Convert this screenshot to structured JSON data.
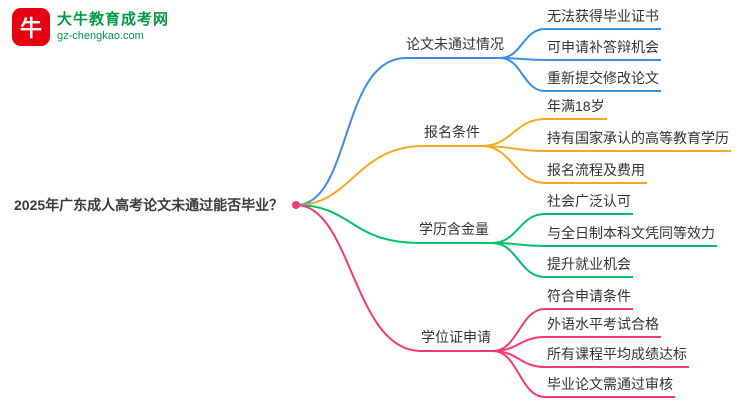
{
  "logo": {
    "icon_text": "牛",
    "site_name": "大牛教育成考网",
    "site_url": "gz-chengkao.com",
    "brand_red": "#e60012",
    "brand_green": "#009a44"
  },
  "root": {
    "label": "2025年广东成人高考论文未通过能否毕业？",
    "dot_color": "#f23a7a"
  },
  "branches": [
    {
      "label": "论文未通过情况",
      "color": "#3d8de4",
      "children": [
        "无法获得毕业证书",
        "可申请补答辩机会",
        "重新提交修改论文"
      ]
    },
    {
      "label": "报名条件",
      "color": "#f7a823",
      "children": [
        "年满18岁",
        "持有国家承认的高等教育学历",
        "报名流程及费用"
      ]
    },
    {
      "label": "学历含金量",
      "color": "#00c06e",
      "children": [
        "社会广泛认可",
        "与全日制本科文凭同等效力",
        "提升就业机会"
      ]
    },
    {
      "label": "学位证申请",
      "color": "#f23a7a",
      "children": [
        "符合申请条件",
        "外语水平考试合格",
        "所有课程平均成绩达标",
        "毕业论文需通过审核"
      ]
    }
  ]
}
